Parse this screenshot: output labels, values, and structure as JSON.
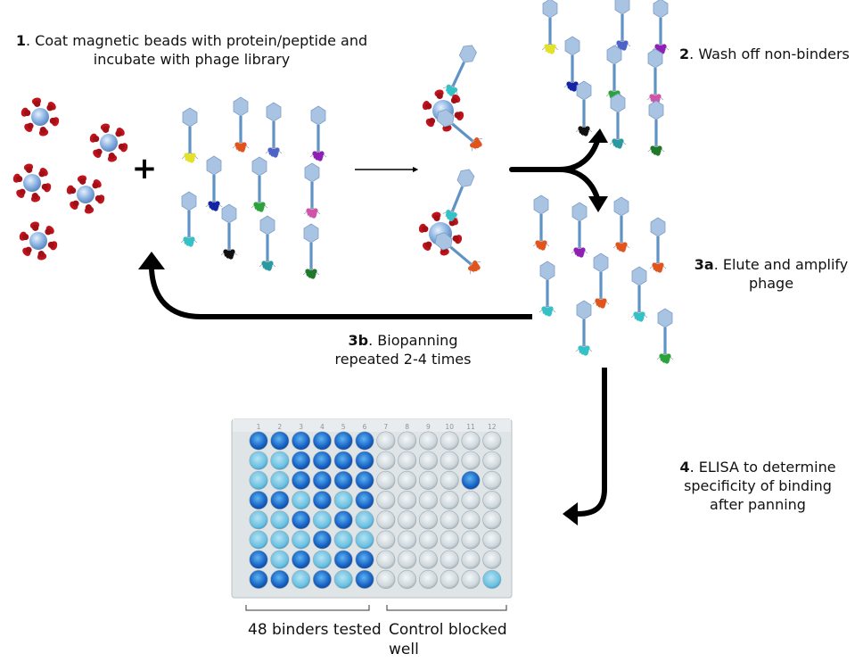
{
  "steps": {
    "step1": {
      "num": "1",
      "text": ". Coat magnetic beads with protein/peptide and",
      "line2": "incubate with phage library"
    },
    "step2": {
      "num": "2",
      "text": ". Wash off non-binders"
    },
    "step3a": {
      "num": "3a",
      "text": ". Elute and amplify",
      "line2": "phage"
    },
    "step3b": {
      "num": "3b",
      "text": ". Biopanning",
      "line2": "repeated 2-4 times"
    },
    "step4": {
      "num": "4",
      "text": ". ELISA to determine",
      "line2": "specificity of binding",
      "line3": "after panning"
    }
  },
  "operator": "+",
  "plate": {
    "left_label": "48 binders tested",
    "right_label": "Control blocked",
    "right_label_line2": "well",
    "column_numbers": [
      "1",
      "2",
      "3",
      "4",
      "5",
      "6",
      "7",
      "8",
      "9",
      "10",
      "11",
      "12"
    ]
  },
  "colors": {
    "bead": "#7aa7dd",
    "target_protein": "#c0141c",
    "phage_head": "#a9c3e2",
    "phage_tail": "#5f93c6",
    "arrow": "#000000",
    "elisa_positive": "#1f6fd0",
    "elisa_negative": "#dfe6ea",
    "peptides": [
      "#e4e224",
      "#e2541d",
      "#4e63c8",
      "#8f1fb5",
      "#1325a6",
      "#2ba33a",
      "#d054a8",
      "#34c2c6",
      "#111111",
      "#2a9aa0",
      "#1e7a2a"
    ]
  }
}
